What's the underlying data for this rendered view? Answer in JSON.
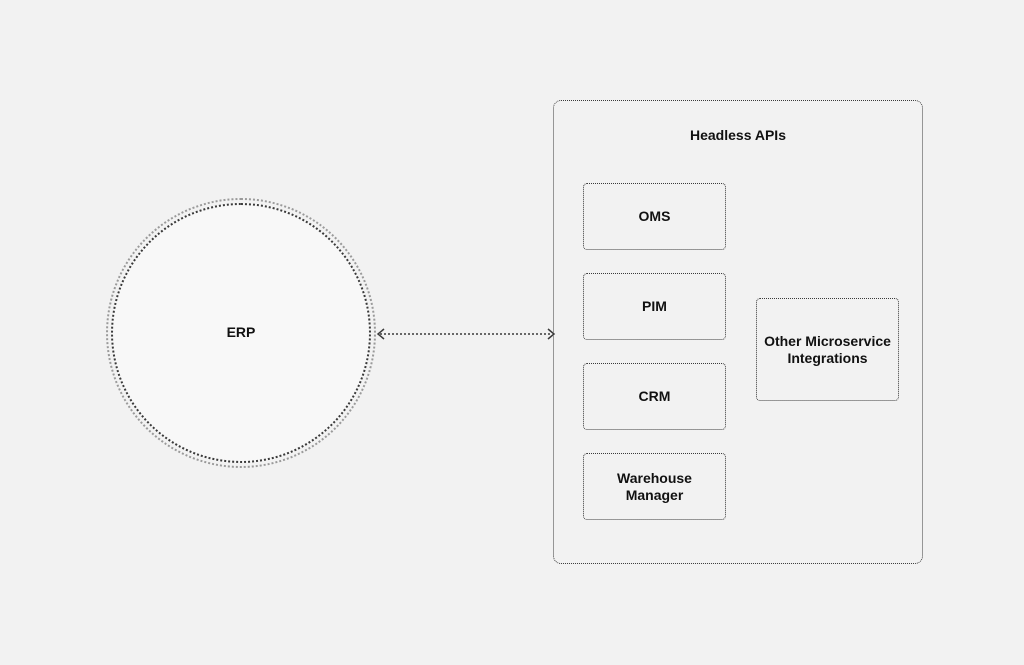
{
  "erp": {
    "label": "ERP"
  },
  "headless_apis": {
    "title": "Headless APIs",
    "services": [
      {
        "label": "OMS"
      },
      {
        "label": "PIM"
      },
      {
        "label": "CRM"
      },
      {
        "label": "Warehouse Manager"
      }
    ],
    "other": {
      "label": "Other Microservice Integrations"
    }
  },
  "connector": {
    "kind": "bidirectional-arrow",
    "style": "dotted"
  },
  "colors": {
    "background": "#f2f2f2",
    "stroke": "#3a3a3a",
    "outer_ring": "#9a9a9a",
    "circle_fill": "#f8f8f8",
    "text": "#111111"
  }
}
